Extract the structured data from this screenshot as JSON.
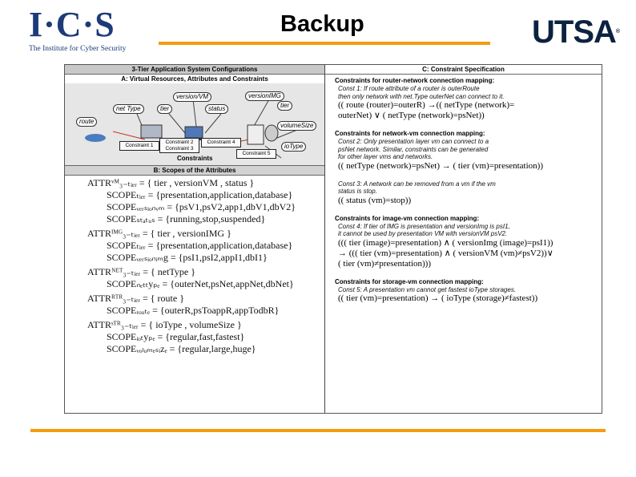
{
  "header": {
    "title": "Backup",
    "ics_logo_text": "I·C·S",
    "ics_tagline": "The Institute for Cyber Security",
    "utsa_logo_text": "UTSA"
  },
  "colors": {
    "accent": "#f39c12",
    "navy": "#1d3b78"
  },
  "figure": {
    "left": {
      "title": "3-Tier Application System Configurations",
      "section_a": "A: Virtual Resources, Attributes and Constraints",
      "diagram": {
        "attrs": [
          "version/VM",
          "net Type",
          "tier",
          "status",
          "versionIMG",
          "tier",
          "route",
          "volumeSize",
          "ioType"
        ],
        "constraints": [
          "Constraint 1",
          "Constraint 2",
          "Constraint 3",
          "Constraint 4",
          "Constraint 5",
          "Constraints"
        ]
      },
      "section_b": "B: Scopes of the Attributes",
      "scopes": [
        {
          "cls": "",
          "text": "ATTRᵛᴹ₃₋ₜᵢₑᵣ = { tier , versionVM , status }"
        },
        {
          "cls": "ind",
          "text": "SCOPEₜᵢₑᵣ = {presentation,application,database}"
        },
        {
          "cls": "ind",
          "text": "SCOPEᵥₑᵣₛᵢₒₙᵥₘ = {psV1,psV2,app1,dbV1,dbV2}"
        },
        {
          "cls": "ind",
          "text": "SCOPEₛₜₐₜᵤₛ = {running,stop,suspended}"
        },
        {
          "cls": "gap",
          "text": "ATTRᴵᴹᴳ₃₋ₜᵢₑᵣ = { tier , versionIMG }"
        },
        {
          "cls": "ind",
          "text": "SCOPEₜᵢₑᵣ = {presentation,application,database}"
        },
        {
          "cls": "ind",
          "text": "SCOPEᵥₑᵣₛᵢₒₙᵢₘg = {psI1,psI2,appI1,dbI1}"
        },
        {
          "cls": "gap",
          "text": "ATTRᴺᴱᵀ₃₋ₜᵢₑᵣ = { netType }"
        },
        {
          "cls": "ind",
          "text": "SCOPEₙₑₜₜyₚₑ = {outerNet,psNet,appNet,dbNet}"
        },
        {
          "cls": "gap",
          "text": "ATTRᴿᵀᴿ₃₋ₜᵢₑᵣ = { route }"
        },
        {
          "cls": "ind",
          "text": "SCOPEᵣₒᵤₜₑ = {outerR,psToappR,appTodbR}"
        },
        {
          "cls": "gap",
          "text": "ATTRˢᵀᴿ₃₋ₜᵢₑᵣ = { ioType , volumeSize }"
        },
        {
          "cls": "ind",
          "text": "SCOPEᵢₒₜyₚₑ = {regular,fast,fastest}"
        },
        {
          "cls": "ind",
          "text": "SCOPEᵥₒₗᵤₘₑₛᵢzₑ = {regular,large,huge}"
        }
      ]
    },
    "right": {
      "title": "C: Constraint Specification",
      "sections": [
        {
          "heading": "Constraints for router-network connection mapping:",
          "desc": [
            "Const 1: If route attribute of a router is outerRoute",
            "then only network with net.Type outerNet can connect to it."
          ],
          "formula": [
            "(( route (router)=outerR)  →(( netType (network)=",
            "outerNet) ∨ ( netType (network)=psNet))"
          ]
        },
        {
          "heading": "Constraints for network-vm connection mapping:",
          "desc": [
            "Const 2: Only presentation layer vm can connect to a",
            "psNet network. Similar, constraints can be generated",
            "for other layer vms and networks."
          ],
          "formula": [
            "(( netType (network)=psNet) → ( tier (vm)=presentation))"
          ]
        },
        {
          "heading": "",
          "desc": [
            "Const 3: A network can be removed from a vm if the vm",
            "status is stop."
          ],
          "formula": [
            "(( status (vm)=stop))"
          ]
        },
        {
          "heading": "Constraints for image-vm connection mapping:",
          "desc": [
            "Const 4: If tier of IMG is presentation and versionImg is psI1,",
            "it cannot be used by presentation VM with versionVM psV2."
          ],
          "formula": [
            "((( tier (image)=presentation) ∧ ( versionImg (image)=psI1))",
            "→ ((( tier (vm)=presentation) ∧ ( versionVM (vm)≠psV2))∨",
            "( tier (vm)≠presentation)))"
          ]
        },
        {
          "heading": "Constraints for storage-vm connection mapping:",
          "desc": [
            "Const 5: A presentation vm cannot get fastest ioType storages."
          ],
          "formula": [
            "(( tier (vm)=presentation) → ( ioType (storage)≠fastest))"
          ]
        }
      ]
    }
  }
}
